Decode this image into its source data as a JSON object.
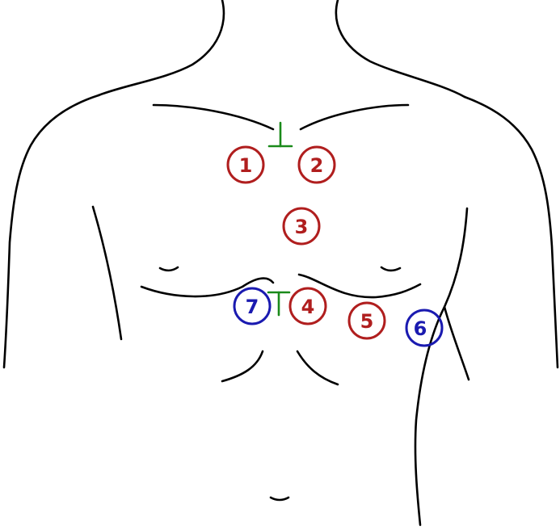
{
  "markers": [
    {
      "id": "1",
      "label": "1",
      "color": "#b01e1e"
    },
    {
      "id": "2",
      "label": "2",
      "color": "#b01e1e"
    },
    {
      "id": "3",
      "label": "3",
      "color": "#b01e1e"
    },
    {
      "id": "4",
      "label": "4",
      "color": "#b01e1e"
    },
    {
      "id": "5",
      "label": "5",
      "color": "#b01e1e"
    },
    {
      "id": "6",
      "label": "6",
      "color": "#1a1ab0"
    },
    {
      "id": "7",
      "label": "7",
      "color": "#1a1ab0"
    }
  ],
  "colors": {
    "outline": "#000000",
    "landmark": "#1a8a1a",
    "red_marker": "#b01e1e",
    "blue_marker": "#1a1ab0"
  }
}
